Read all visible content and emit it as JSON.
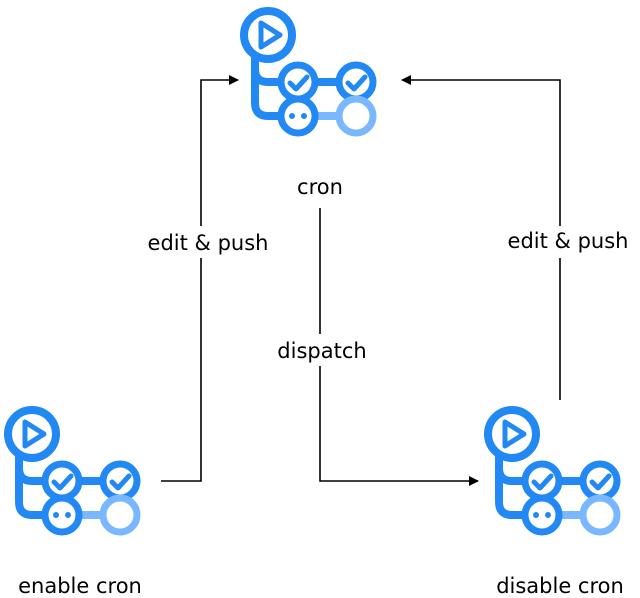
{
  "colors": {
    "primary": "#2188f4",
    "queued": "#79b8ff",
    "arrow": "#000000",
    "background": "#ffffff"
  },
  "icon_name": "github-actions-workflow-icon",
  "nodes": {
    "cron": {
      "label": "cron"
    },
    "enable_cron": {
      "label": "enable cron"
    },
    "disable_cron": {
      "label": "disable cron"
    }
  },
  "edges": {
    "enable_to_cron": {
      "label": "edit & push"
    },
    "cron_to_disable": {
      "label": "dispatch"
    },
    "disable_to_cron": {
      "label": "edit & push"
    }
  }
}
